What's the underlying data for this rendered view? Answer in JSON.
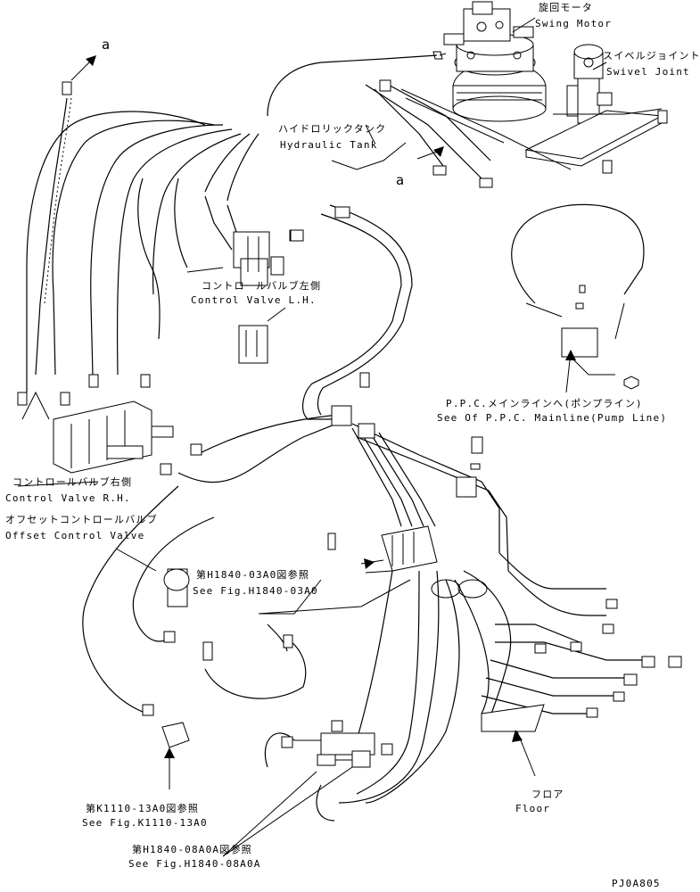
{
  "labels": {
    "swing_motor_jp": "旋回モータ",
    "swing_motor_en": "Swing Motor",
    "swivel_joint_jp": "スイベルジョイント",
    "swivel_joint_en": "Swivel Joint",
    "hydraulic_tank_jp": "ハイドロリックタンク",
    "hydraulic_tank_en": "Hydraulic Tank",
    "control_valve_lh_jp": "コントロールバルブ左側",
    "control_valve_lh_en": "Control Valve L.H.",
    "control_valve_rh_jp": "コントロールバルブ右側",
    "control_valve_rh_en": "Control Valve R.H.",
    "offset_valve_jp": "オフセットコントロールバルブ",
    "offset_valve_en": "Offset Control Valve",
    "ppc_mainline_jp": "P.P.C.メインラインへ(ポンプライン)",
    "ppc_mainline_en": "See Of P.P.C. Mainline(Pump Line)",
    "fig_h1840_03_jp": "第H1840-03A0図参照",
    "fig_h1840_03_en": "See Fig.H1840-03A0",
    "fig_k1110_jp": "第K1110-13A0図参照",
    "fig_k1110_en": "See Fig.K1110-13A0",
    "fig_h1840_08_jp": "第H1840-08A0A図参照",
    "fig_h1840_08_en": "See Fig.H1840-08A0A",
    "floor_jp": "フロア",
    "floor_en": "Floor",
    "ref_a": "a",
    "drawing_code": "PJ0A805"
  },
  "icons": {
    "arrow": "arrow-icon",
    "swing_motor": "swing-motor-icon",
    "swivel_joint": "swivel-joint-icon"
  }
}
